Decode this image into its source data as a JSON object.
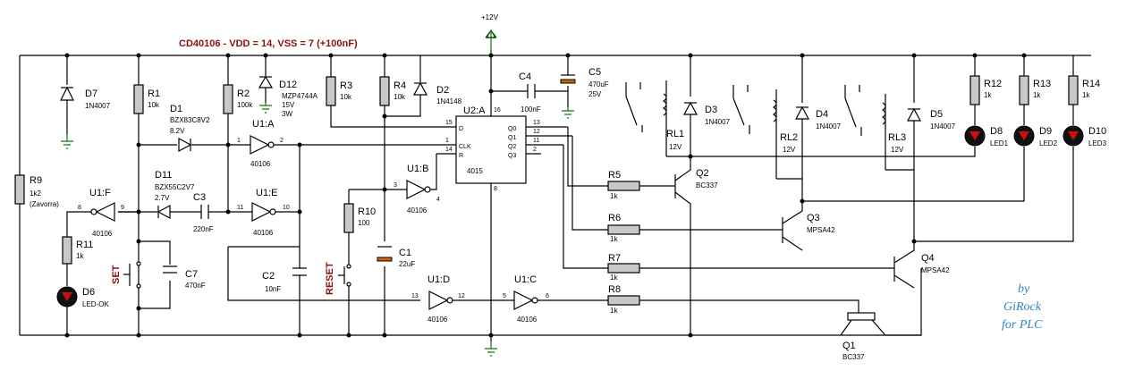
{
  "title": "CD40106 - VDD = 14, VSS = 7 (+100nF)",
  "supply": "+12V",
  "credit": [
    "by",
    "GiRock",
    "for PLC"
  ],
  "components": {
    "R9": [
      "R9",
      "1k2",
      "(Zavorra)"
    ],
    "D7": [
      "D7",
      "1N4007"
    ],
    "R1": [
      "R1",
      "10k"
    ],
    "D1": [
      "D1",
      "BZX83C8V2",
      "8.2V"
    ],
    "R2": [
      "R2",
      "100k"
    ],
    "D12": [
      "D12",
      "MZP4744A",
      "15V",
      "3W"
    ],
    "R3": [
      "R3",
      "10k"
    ],
    "R4": [
      "R4",
      "10k"
    ],
    "D2": [
      "D2",
      "1N4148"
    ],
    "C4": [
      "C4",
      "100nF"
    ],
    "C5": [
      "C5",
      "470uF",
      "25V"
    ],
    "U2A": [
      "U2:A",
      "4015"
    ],
    "U1A": [
      "U1:A",
      "40106"
    ],
    "U1B": [
      "U1:B",
      "40106"
    ],
    "U1C": [
      "U1:C",
      "40106"
    ],
    "U1D": [
      "U1:D",
      "40106"
    ],
    "U1E": [
      "U1:E",
      "40106"
    ],
    "U1F": [
      "U1:F",
      "40106"
    ],
    "D11": [
      "D11",
      "BZX55C2V7",
      "2.7V"
    ],
    "C3": [
      "C3",
      "220nF"
    ],
    "R11": [
      "R11",
      "1k"
    ],
    "D6": [
      "D6",
      "LED-OK"
    ],
    "C7": [
      "C7",
      "470nF"
    ],
    "C2": [
      "C2",
      "10nF"
    ],
    "R10": [
      "R10",
      "100"
    ],
    "C1": [
      "C1",
      "22uF"
    ],
    "R5": [
      "R5",
      "1k"
    ],
    "R6": [
      "R6",
      "1k"
    ],
    "R7": [
      "R7",
      "1k"
    ],
    "R8": [
      "R8",
      "1k"
    ],
    "Q1": [
      "Q1",
      "BC337"
    ],
    "Q2": [
      "Q2",
      "BC337"
    ],
    "Q3": [
      "Q3",
      "MPSA42"
    ],
    "Q4": [
      "Q4",
      "MPSA42"
    ],
    "RL1": [
      "RL1",
      "12V"
    ],
    "RL2": [
      "RL2",
      "12V"
    ],
    "RL3": [
      "RL3",
      "12V"
    ],
    "D3": [
      "D3",
      "1N4007"
    ],
    "D4": [
      "D4",
      "1N4007"
    ],
    "D5": [
      "D5",
      "1N4007"
    ],
    "R12": [
      "R12",
      "1k"
    ],
    "R13": [
      "R13",
      "1k"
    ],
    "R14": [
      "R14",
      "1k"
    ],
    "D8": [
      "D8",
      "LED1"
    ],
    "D9": [
      "D9",
      "LED2"
    ],
    "D10": [
      "D10",
      "LED3"
    ]
  },
  "buttons": [
    "SET",
    "RESET"
  ],
  "pins": {
    "u1a": [
      "1",
      "2"
    ],
    "u1b": [
      "3",
      "4"
    ],
    "u1c": [
      "5",
      "6"
    ],
    "u1d": [
      "13",
      "12"
    ],
    "u1e": [
      "11",
      "10"
    ],
    "u1f": [
      "9",
      "8"
    ],
    "u2": [
      "15",
      "1",
      "14",
      "13",
      "12",
      "11",
      "2",
      "16",
      "8"
    ],
    "u2names": [
      "D",
      "CLK",
      "R",
      "Q0",
      "Q1",
      "Q2",
      "Q3"
    ]
  }
}
